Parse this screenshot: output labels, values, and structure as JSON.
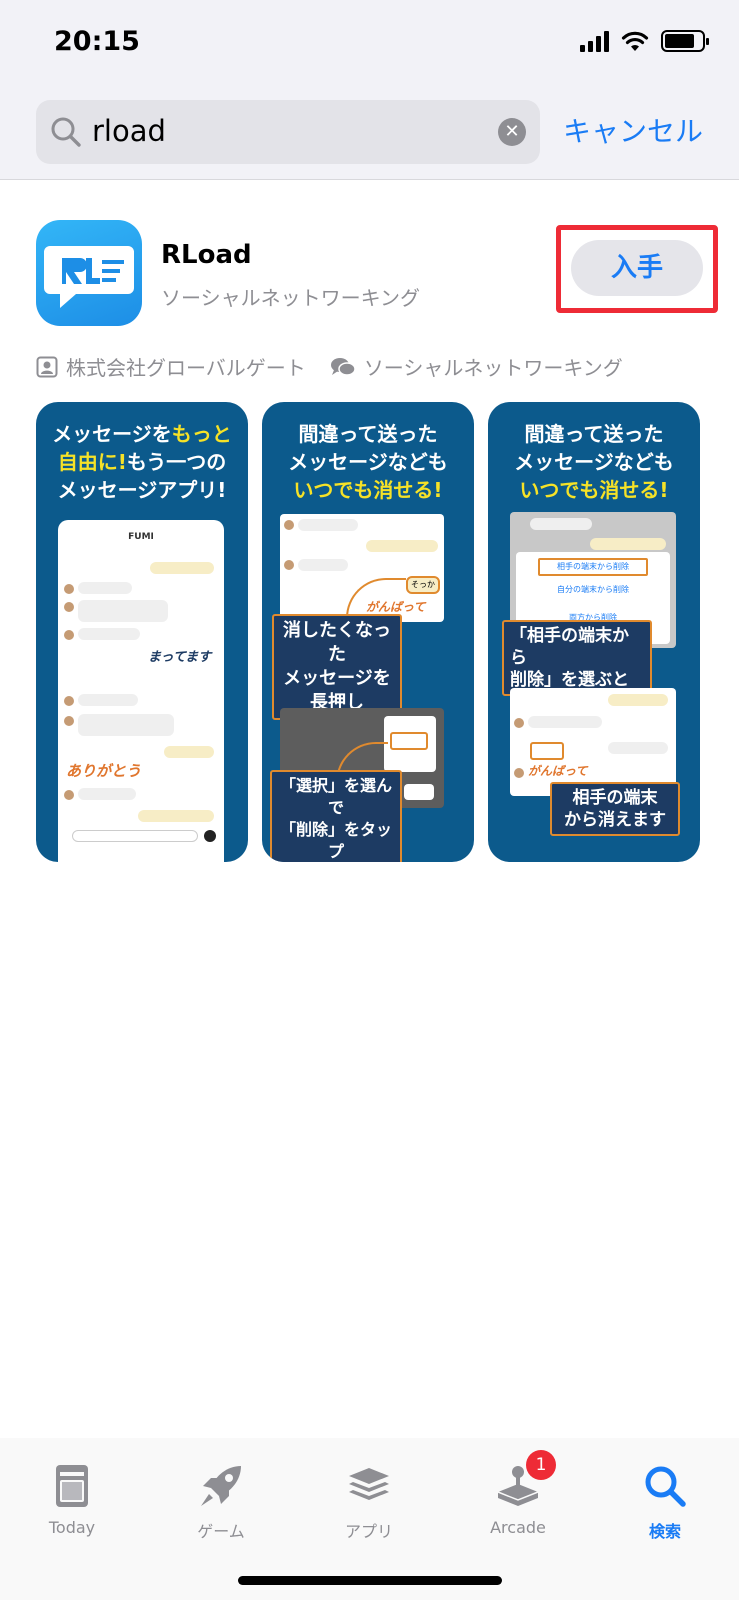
{
  "status_bar": {
    "time": "20:15"
  },
  "search": {
    "query": "rload",
    "cancel_label": "キャンセル"
  },
  "result": {
    "app_name": "RLoad",
    "category": "ソーシャルネットワーキング",
    "get_label": "入手",
    "developer": "株式会社グローバルゲート",
    "genre": "ソーシャルネットワーキング"
  },
  "screenshots": [
    {
      "line1_a": "メッセージを",
      "line1_b": "もっと",
      "line2_a": "自由に!",
      "line2_b": "もう一つの",
      "line3": "メッセージアプリ!",
      "chat_title": "FUMI",
      "stamp_1": "まってます",
      "stamp_2": "ありがとう"
    },
    {
      "line1": "間違って送った",
      "line2": "メッセージなども",
      "line3": "いつでも消せる!",
      "callout_1_l1": "消したくなった",
      "callout_1_l2": "メッセージを",
      "callout_1_l3": "長押し",
      "callout_2_l1": "「選択」を選んで",
      "callout_2_l2": "「削除」をタップ",
      "stamp": "がんばって",
      "reply": "そっか"
    },
    {
      "line1": "間違って送った",
      "line2": "メッセージなども",
      "line3": "いつでも消せる!",
      "menu_1": "相手の端末から削除",
      "menu_2": "自分の端末から削除",
      "menu_3": "両方から削除",
      "callout_1_l1": "「相手の端末から",
      "callout_1_l2": "削除」を選ぶと",
      "callout_2_l1": "相手の端末",
      "callout_2_l2": "から消えます",
      "stamp": "がんばって"
    }
  ],
  "tab_bar": {
    "tabs": [
      {
        "label": "Today",
        "icon": "today-icon"
      },
      {
        "label": "ゲーム",
        "icon": "rocket-icon"
      },
      {
        "label": "アプリ",
        "icon": "layers-icon"
      },
      {
        "label": "Arcade",
        "icon": "joystick-icon",
        "badge": "1"
      },
      {
        "label": "検索",
        "icon": "search-icon",
        "active": true
      }
    ]
  },
  "colors": {
    "accent": "#1a7cf5",
    "highlight": "#ee2b36",
    "screenshot_bg": "#0c5a8c",
    "screenshot_yellow": "#f6e227"
  }
}
